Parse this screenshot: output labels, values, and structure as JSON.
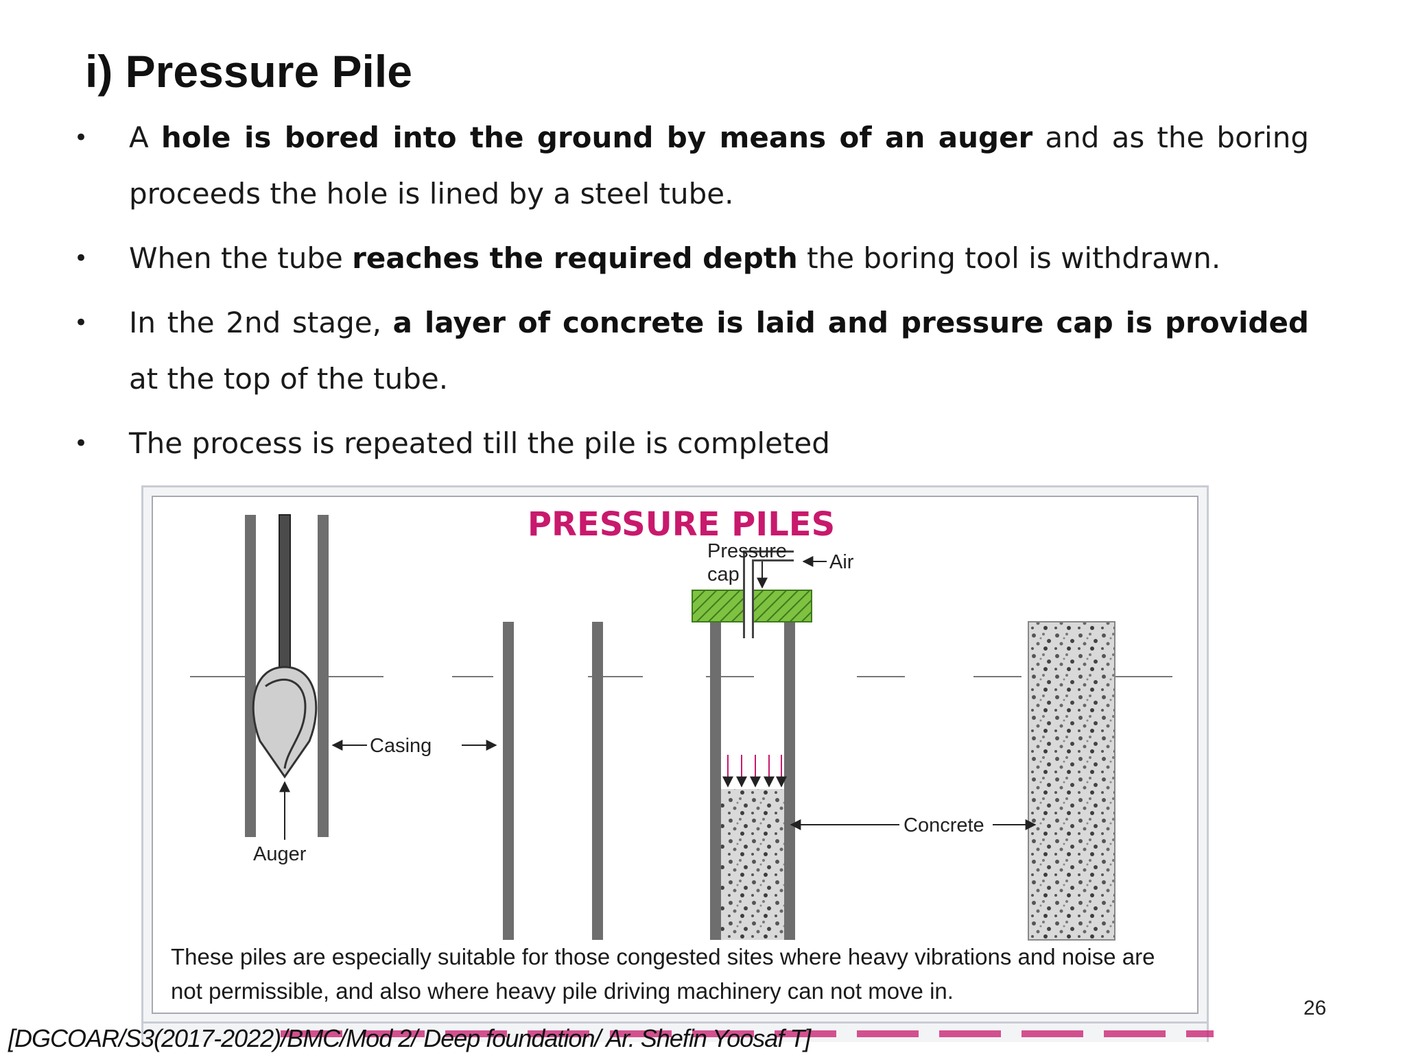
{
  "slide": {
    "title": "i) Pressure Pile",
    "bullets": [
      [
        {
          "t": "A ",
          "b": false
        },
        {
          "t": "hole is bored into the ground by means of an auger",
          "b": true
        },
        {
          "t": " and as the boring proceeds the hole is lined by a steel tube.",
          "b": false
        }
      ],
      [
        {
          "t": "When the tube ",
          "b": false
        },
        {
          "t": "reaches the required depth",
          "b": true
        },
        {
          "t": " the boring tool is withdrawn.",
          "b": false
        }
      ],
      [
        {
          "t": "In the 2nd stage, ",
          "b": false
        },
        {
          "t": "a layer of concrete is laid and pressure cap is provided",
          "b": true
        },
        {
          "t": " at the top of the tube.",
          "b": false
        }
      ],
      [
        {
          "t": "The process is repeated till the pile is completed",
          "b": false
        }
      ]
    ],
    "bullet_symbol": "•",
    "page_number": "26",
    "footer": "[DGCOAR/S3(2017-2022)/BMC/Mod 2/ Deep foundation/ Ar. Shefin Yoosaf T]"
  },
  "figure": {
    "title": "PRESSURE PILES",
    "labels": {
      "pressure": "Pressure",
      "cap": "cap",
      "air": "Air",
      "casing": "Casing",
      "auger": "Auger",
      "concrete": "Concrete"
    },
    "caption": "These piles are especially suitable for those congested sites where heavy vibrations and noise are not permissible, and also where heavy pile driving machinery can not move in.",
    "colors": {
      "title": "#c8196d",
      "cap": "#7fc241",
      "casing": "#6e6e6e"
    }
  }
}
